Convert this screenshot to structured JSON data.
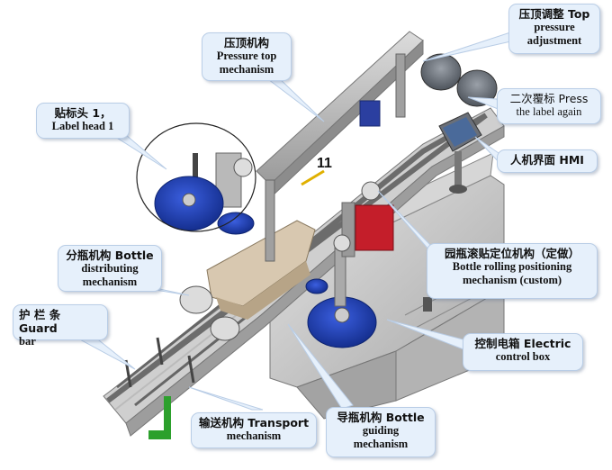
{
  "colors": {
    "callout_fill": "#e6f0fb",
    "callout_border": "#b9cde6",
    "machine_blue": "#1f3fb0",
    "machine_gray": "#8a8f98",
    "platform_gray": "#c8c8c8",
    "guide_green": "#2ca02c",
    "product_red": "#c41e2a"
  },
  "machine_label": "11",
  "callouts": [
    {
      "id": "top-pressure-adjustment",
      "line1": "压顶调整 Top",
      "line2": "pressure",
      "line3": "adjustment"
    },
    {
      "id": "pressure-top-mechanism",
      "line1": "压顶机构",
      "line2": "Pressure top",
      "line3": "mechanism"
    },
    {
      "id": "label-head-1",
      "line1": "贴标头 1，",
      "line2": "Label head 1"
    },
    {
      "id": "press-label-again",
      "line1": "二次覆标 Press",
      "line2": "the label again"
    },
    {
      "id": "hmi",
      "line1": "人机界面 HMI"
    },
    {
      "id": "bottle-distributing",
      "line1": "分瓶机构 Bottle",
      "line2": "distributing",
      "line3": "mechanism"
    },
    {
      "id": "bottle-rolling-positioning",
      "line1": "园瓶滚贴定位机构（定做）",
      "line2": "Bottle rolling positioning",
      "line3": "mechanism (custom)"
    },
    {
      "id": "guard-bar",
      "line1": "护 栏 条  Guard",
      "line2": "bar"
    },
    {
      "id": "electric-control-box",
      "line1": "控制电箱 Electric",
      "line2": "control box"
    },
    {
      "id": "transport-mechanism",
      "line1": "输送机构 Transport",
      "line2": "mechanism"
    },
    {
      "id": "bottle-guiding",
      "line1": "导瓶机构 Bottle",
      "line2": "guiding",
      "line3": "mechanism"
    }
  ]
}
